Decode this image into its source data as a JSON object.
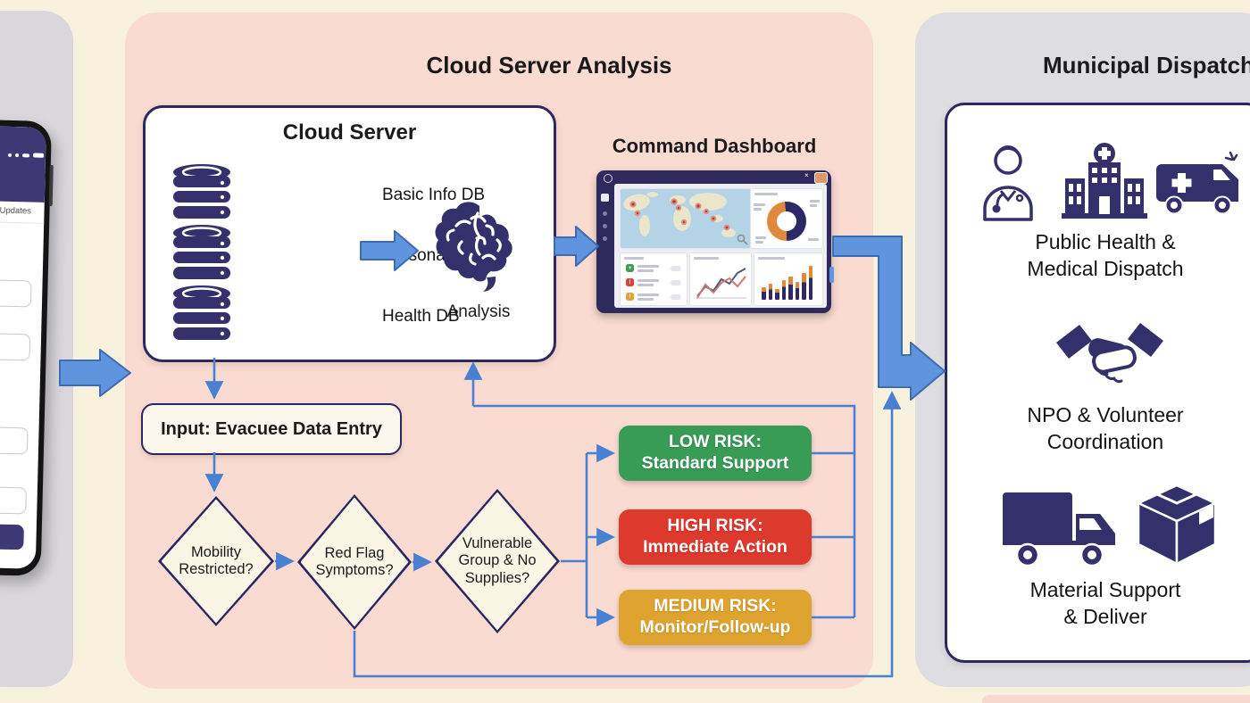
{
  "phone": {
    "header_label": "Updates"
  },
  "cloud": {
    "title": "Cloud Server Analysis",
    "server_box": {
      "title": "Cloud Server",
      "databases": [
        "Basic Info DB",
        "Personal ID DB",
        "Health DB"
      ],
      "analysis_label": "Analysis"
    },
    "dashboard_title": "Command Dashboard",
    "input_label": "Input: Evacuee Data Entry",
    "decisions": [
      {
        "label": "Mobility\nRestricted?"
      },
      {
        "label": "Red Flag\nSymptoms?"
      },
      {
        "label": "Vulnerable\nGroup & No\nSupplies?"
      }
    ],
    "outcomes": [
      {
        "title": "LOW RISK:",
        "subtitle": "Standard Support",
        "color": "#389b56"
      },
      {
        "title": "HIGH RISK:",
        "subtitle": "Immediate Action",
        "color": "#de392d"
      },
      {
        "title": "MEDIUM RISK:",
        "subtitle": "Monitor/Follow-up",
        "color": "#dfa32f"
      }
    ]
  },
  "municipal": {
    "title": "Municipal Dispatch",
    "services": [
      {
        "icons": [
          "doctor-icon",
          "hospital-icon",
          "ambulance-icon"
        ],
        "label": "Public Health &\nMedical Dispatch"
      },
      {
        "icons": [
          "handshake-icon"
        ],
        "label": "NPO & Volunteer\nCoordination"
      },
      {
        "icons": [
          "truck-icon",
          "package-icon"
        ],
        "label": "Material Support\n& Deliver"
      }
    ]
  },
  "colors": {
    "canvas_bg": "#f8f1de",
    "left_panel_bg": "#d9d7dc",
    "cloud_panel_bg": "#f9dbd1",
    "municipal_panel_bg": "#dedde2",
    "navy_icon": "#34306b",
    "box_border": "#2c2760",
    "arrow_fill": "#5f94df",
    "arrow_stroke": "#3f6bb0",
    "connector_blue": "#4a80d2"
  }
}
